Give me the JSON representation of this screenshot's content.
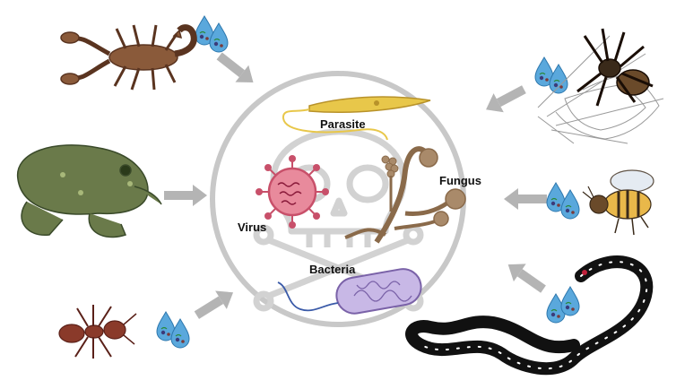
{
  "labels": {
    "parasite": "Parasite",
    "virus": "Virus",
    "fungus": "Fungus",
    "bacteria": "Bacteria"
  },
  "animals": [
    "scorpion",
    "frog",
    "ant",
    "spider",
    "bee",
    "snake"
  ],
  "colors": {
    "ring": "#c8c8c8",
    "arrow": "#b4b4b4",
    "skull": "#d2d2d2",
    "drop": "#5aa8dc",
    "parasite": "#e8c74a",
    "virus": "#c8506a",
    "fungus": "#a98a6a",
    "bacteria": "#a78fc8"
  }
}
